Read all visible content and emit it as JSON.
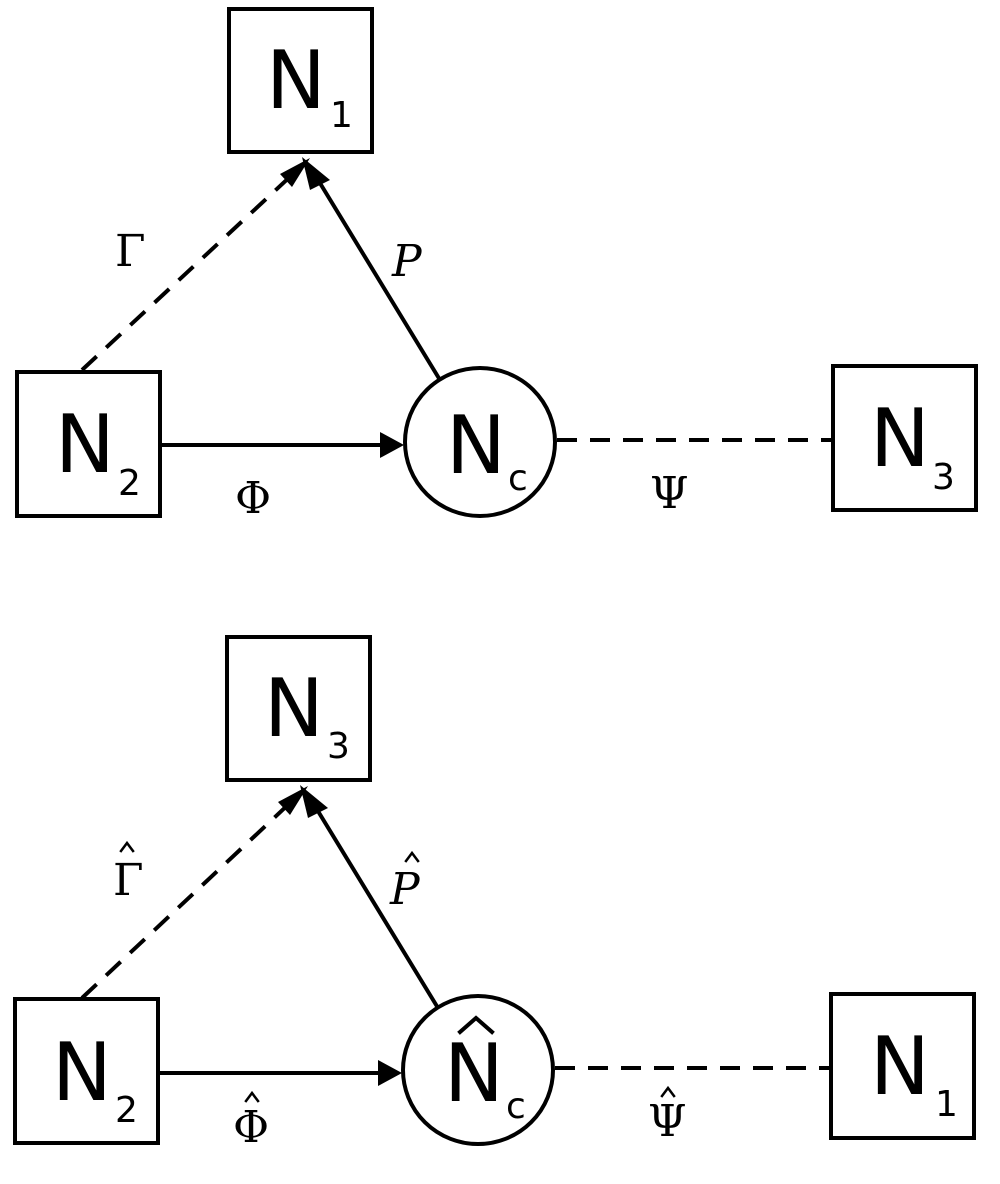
{
  "top": {
    "nodes": {
      "n1": {
        "main": "N",
        "sub": "1"
      },
      "n2": {
        "main": "N",
        "sub": "2"
      },
      "nc": {
        "main": "N",
        "sub": "c"
      },
      "n3": {
        "main": "N",
        "sub": "3"
      }
    },
    "edges": {
      "gamma": "Γ",
      "p": "P",
      "phi": "Φ",
      "psi": "Ψ"
    }
  },
  "bottom": {
    "nodes": {
      "n3": {
        "main": "N",
        "sub": "3"
      },
      "n2": {
        "main": "N",
        "sub": "2"
      },
      "nc": {
        "main": "N",
        "sub": "c"
      },
      "n1": {
        "main": "N",
        "sub": "1"
      }
    },
    "edges": {
      "gamma": "Γ",
      "p": "P",
      "phi": "Φ",
      "psi": "Ψ"
    }
  }
}
